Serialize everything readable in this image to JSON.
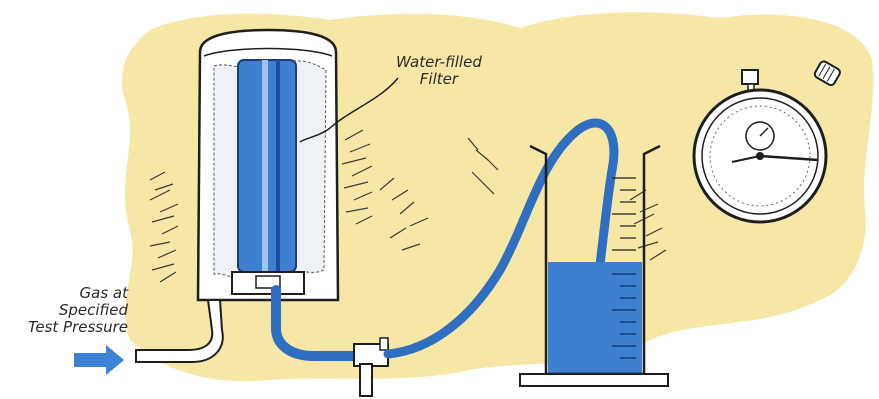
{
  "labels": {
    "filter": [
      "Water-filled",
      "Filter"
    ],
    "gas": [
      "Gas at",
      "Specified",
      "Test Pressure"
    ]
  },
  "colors": {
    "background_wash": "#f7e7a6",
    "water_blue": "#3d7fd1",
    "tube_blue": "#2f6fc2",
    "outline": "#1e1e1e",
    "arrow": "#3d82d6"
  },
  "icons": [
    "stopwatch-icon",
    "arrow-right-icon",
    "graduated-cylinder-icon",
    "filter-canister-icon",
    "valve-icon"
  ]
}
